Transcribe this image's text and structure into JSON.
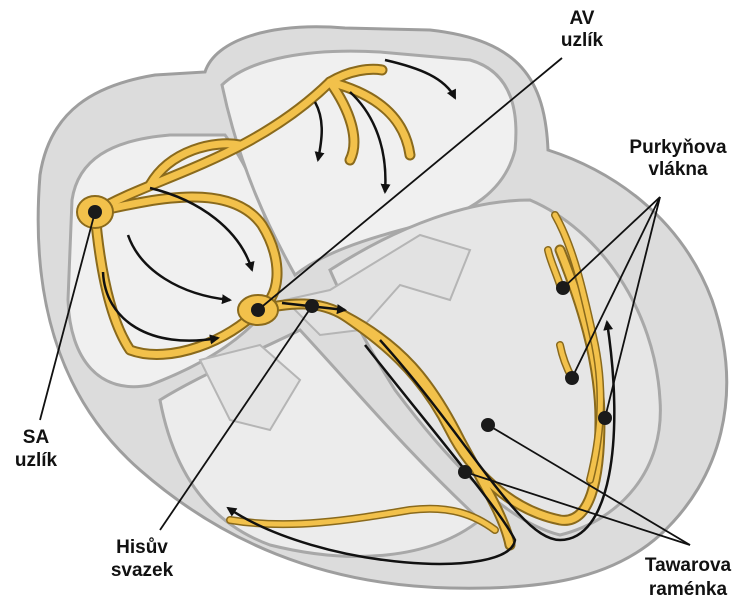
{
  "labels": {
    "av_node": [
      "AV",
      "uzlík"
    ],
    "purkinje": [
      "Purkyňova",
      "vlákna"
    ],
    "sa_node": [
      "SA",
      "uzlík"
    ],
    "his_bundle": [
      "Hisův",
      "svazek"
    ],
    "bundle_branches": [
      "Tawarova",
      "raménka"
    ]
  },
  "colors": {
    "heart_outer": "#dcdcdc",
    "heart_chamber": "#f0f0f0",
    "heart_stroke": "#a8a8a8",
    "conduction": "#f2c14b",
    "conduction_edge": "#8a6a1c",
    "arrow": "#111111",
    "node": "#1a1a1a"
  }
}
